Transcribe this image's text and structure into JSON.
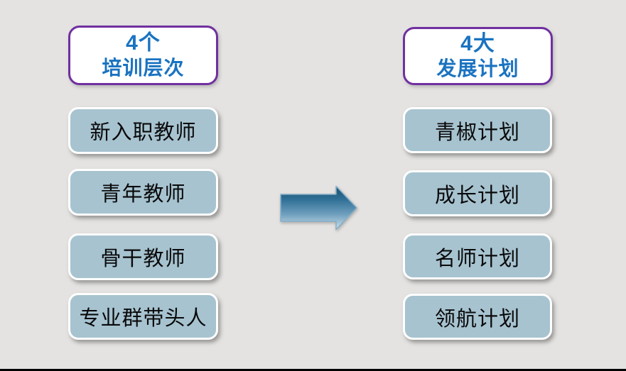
{
  "page": {
    "background_color": "#e4e3e1",
    "bottom_bar_color": "#000000"
  },
  "left_column": {
    "header": {
      "line1": "4个",
      "line2": "培训层次"
    },
    "items": [
      {
        "label": "新入职教师"
      },
      {
        "label": "青年教师"
      },
      {
        "label": "骨干教师"
      },
      {
        "label": "专业群带头人"
      }
    ]
  },
  "right_column": {
    "header": {
      "line1": "4大",
      "line2": "发展计划"
    },
    "items": [
      {
        "label": "青椒计划"
      },
      {
        "label": "成长计划"
      },
      {
        "label": "名师计划"
      },
      {
        "label": "领航计划"
      }
    ]
  },
  "arrow": {
    "direction": "right"
  },
  "colors": {
    "header_border": "#7030a0",
    "header_text": "#1a73c1",
    "item_fill": "#a7c3d0",
    "item_border": "#ffffff",
    "item_text": "#0a0a0a",
    "arrow_gradient_top": "#1c4f6d",
    "arrow_gradient_mid": "#2f6f96",
    "arrow_gradient_bottom": "#cfe3ee"
  }
}
